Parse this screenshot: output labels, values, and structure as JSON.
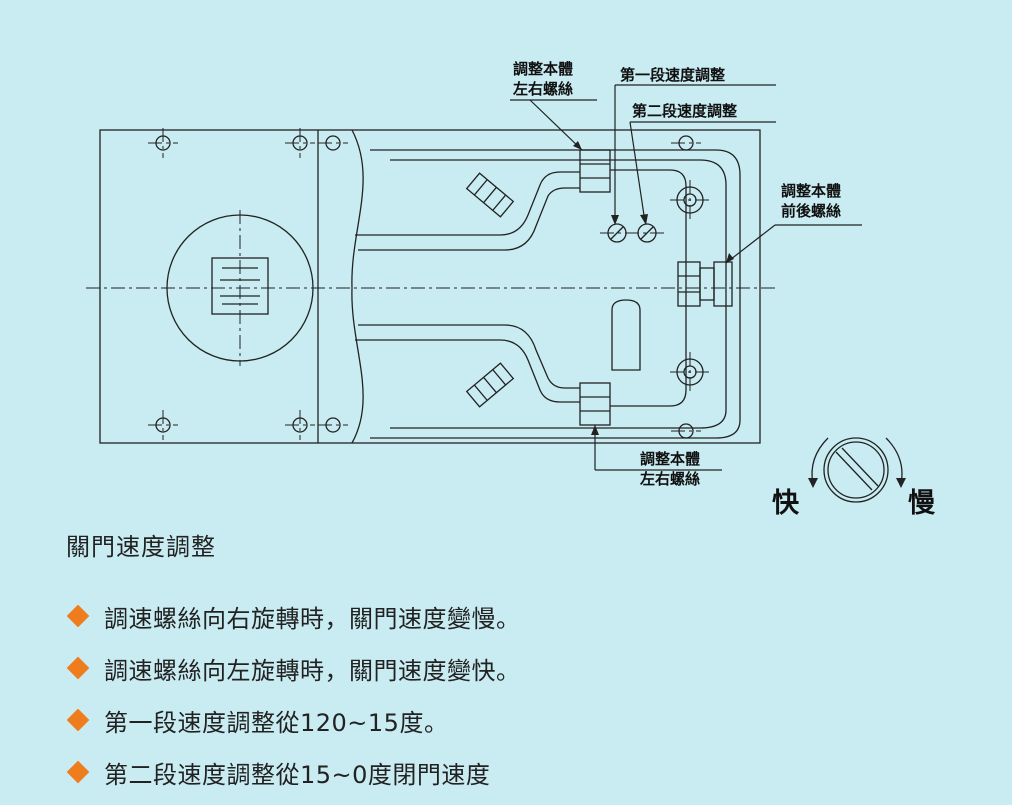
{
  "diagram": {
    "labels": {
      "adj_lr_top_1": "調整本體",
      "adj_lr_top_2": "左右螺絲",
      "stage1": "第一段速度調整",
      "stage2": "第二段速度調整",
      "adj_fb_1": "調整本體",
      "adj_fb_2": "前後螺絲",
      "adj_lr_bottom_1": "調整本體",
      "adj_lr_bottom_2": "左右螺絲",
      "fast": "快",
      "slow": "慢"
    },
    "colors": {
      "background": "#c9ecf2",
      "line": "#222222",
      "accent": "#ef7d1d"
    }
  },
  "section": {
    "title": "關門速度調整",
    "bullets": [
      "調速螺絲向右旋轉時，關門速度變慢。",
      "調速螺絲向左旋轉時，關門速度變快。",
      "第一段速度調整從120~15度。",
      "第二段速度調整從15~0度閉門速度"
    ],
    "bullet_icon": "orange-diamond-icon"
  }
}
